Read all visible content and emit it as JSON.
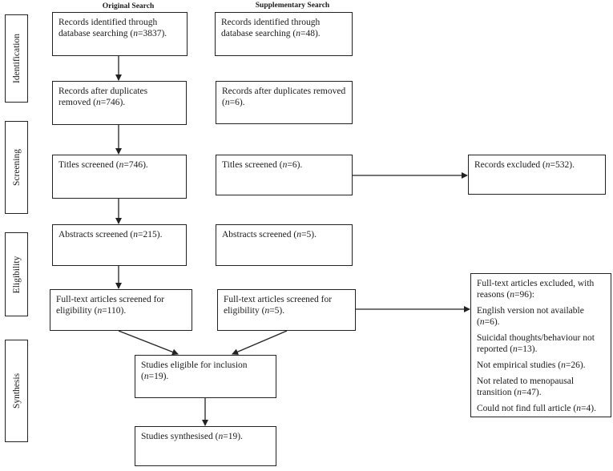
{
  "columns": {
    "original": "Original Search",
    "supplementary": "Supplementary Search"
  },
  "stages": {
    "identification": "Identification",
    "screening": "Screening",
    "eligibility": "Eligibility",
    "synthesis": "Synthesis"
  },
  "original": {
    "identified": {
      "pre": "Records identified through database searching (",
      "n": "n",
      "post": "=3837)."
    },
    "after_duplicates": {
      "pre": "Records after duplicates removed (",
      "n": "n",
      "post": "=746)."
    },
    "titles": {
      "pre": "Titles screened (",
      "n": "n",
      "post": "=746)."
    },
    "abstracts": {
      "pre": "Abstracts screened (",
      "n": "n",
      "post": "=215)."
    },
    "fulltext": {
      "pre": "Full-text articles screened for eligibility (",
      "n": "n",
      "post": "=110)."
    }
  },
  "supplementary": {
    "identified": {
      "pre": "Records identified through database searching (",
      "n": "n",
      "post": "=48)."
    },
    "after_duplicates": {
      "pre": "Records after duplicates removed (",
      "n": "n",
      "post": "=6)."
    },
    "titles": {
      "pre": "Titles screened (",
      "n": "n",
      "post": "=6)."
    },
    "abstracts": {
      "pre": "Abstracts screened (",
      "n": "n",
      "post": "=5)."
    },
    "fulltext": {
      "pre": "Full-text articles screened for eligibility (",
      "n": "n",
      "post": "=5)."
    }
  },
  "records_excluded": {
    "pre": "Records excluded (",
    "n": "n",
    "post": "=532)."
  },
  "fulltext_excluded": {
    "header": {
      "pre": "Full-text articles excluded, with reasons (",
      "n": "n",
      "post": "=96):"
    },
    "reasons": [
      {
        "pre": "English version not available (",
        "n": "n",
        "post": "=6)."
      },
      {
        "pre": "Suicidal thoughts/behaviour not reported (",
        "n": "n",
        "post": "=13)."
      },
      {
        "pre": "Not empirical studies (",
        "n": "n",
        "post": "=26)."
      },
      {
        "pre": "Not related to menopausal transition (",
        "n": "n",
        "post": "=47)."
      },
      {
        "pre": "Could not find full article (",
        "n": "n",
        "post": "=4)."
      }
    ]
  },
  "eligible": {
    "pre": "Studies eligible for inclusion (",
    "n": "n",
    "post": "=19)."
  },
  "synthesised": {
    "pre": "Studies synthesised (",
    "n": "n",
    "post": "=19)."
  }
}
